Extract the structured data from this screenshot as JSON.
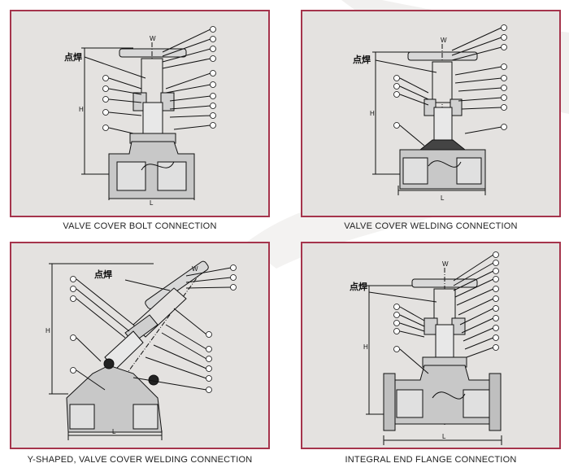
{
  "panels": [
    {
      "caption": "VALVE COVER BOLT CONNECTION",
      "weld_label": "点焊",
      "dim_w": "W",
      "dim_h": "H",
      "dim_l": "L"
    },
    {
      "caption": "VALVE COVER WELDING CONNECTION",
      "weld_label": "点焊",
      "dim_w": "W",
      "dim_h": "H",
      "dim_l": "L"
    },
    {
      "caption": "Y-SHAPED, VALVE COVER WELDING CONNECTION",
      "weld_label": "点焊",
      "dim_w": "W",
      "dim_h": "H",
      "dim_l": "L"
    },
    {
      "caption": "INTEGRAL END FLANGE CONNECTION",
      "weld_label": "点焊",
      "dim_w": "W",
      "dim_h": "H",
      "dim_l": "L"
    }
  ],
  "colors": {
    "frame": "#a5344c",
    "panel_bg": "#e4e2e0",
    "body_fill": "#cfcfcf",
    "ink": "#111111"
  }
}
